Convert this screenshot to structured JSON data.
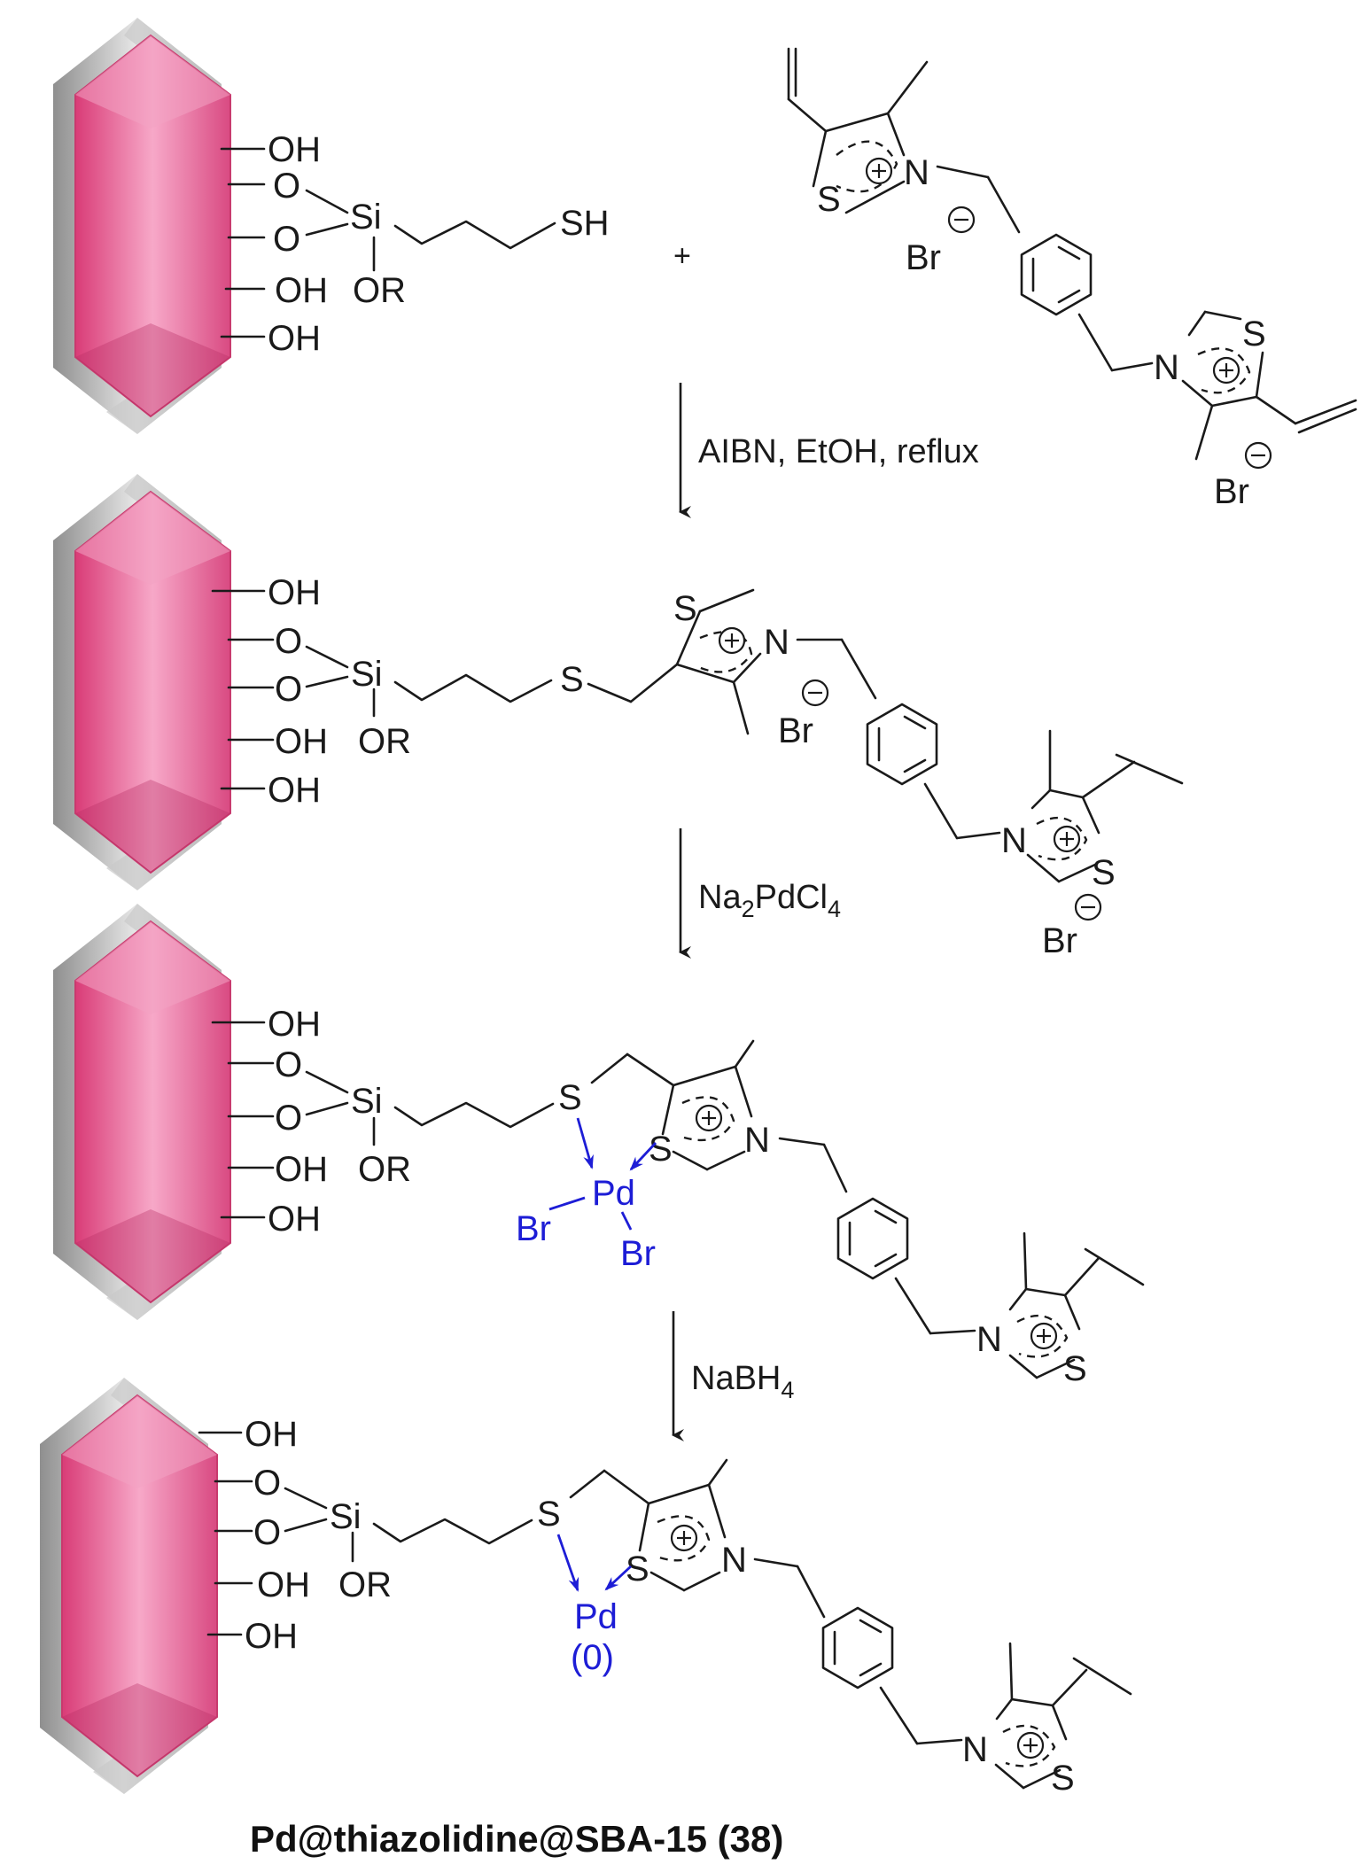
{
  "labels": {
    "oh": "OH",
    "o": "O",
    "si": "Si",
    "or": "OR",
    "sh": "SH",
    "s": "S",
    "n": "N",
    "br": "Br",
    "plus": "+",
    "pd": "Pd",
    "pd0": "(0)"
  },
  "charges": {
    "cation": "+",
    "anion": "−"
  },
  "steps": [
    {
      "reagent": "AIBN, EtOH, reflux"
    },
    {
      "reagent_main": "Na",
      "reagent_sub1": "2",
      "reagent_mid": "PdCl",
      "reagent_sub2": "4"
    },
    {
      "reagent_main": "NaBH",
      "reagent_sub": "4"
    }
  ],
  "caption": "Pd@thiazolidine@SBA-15 (38)",
  "colors": {
    "particle": "#e0457f",
    "particle_light": "#f6a9c7",
    "shell": "#b5b5b5",
    "palladium": "#1d1dd6",
    "ink": "#1a1a1a"
  }
}
